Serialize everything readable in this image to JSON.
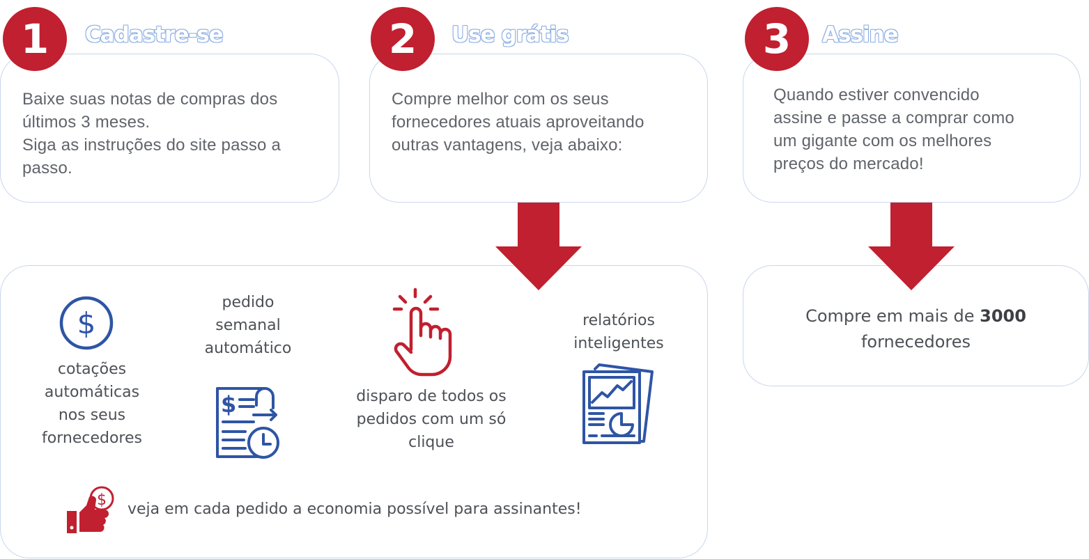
{
  "steps": [
    {
      "number": "1",
      "title": "Cadastre-se",
      "lines": [
        "Baixe suas notas de compras dos",
        "últimos 3 meses.",
        "Siga as instruções do site passo a",
        "passo."
      ]
    },
    {
      "number": "2",
      "title": "Use grátis",
      "lines": [
        "Compre melhor com os seus",
        "fornecedores atuais  aproveitando",
        "outras vantagens, veja abaixo:"
      ]
    },
    {
      "number": "3",
      "title": "Assine",
      "lines": [
        "Quando  estiver convencido",
        "assine e passe a comprar como",
        "um gigante com os melhores",
        "preços do mercado!"
      ]
    }
  ],
  "features": [
    {
      "icon": "dollar-circle-icon",
      "lines": [
        "cotações",
        "automáticas",
        "nos seus",
        "fornecedores"
      ]
    },
    {
      "icon": "scheduled-order-icon",
      "lines": [
        "pedido",
        "semanal",
        "automático"
      ]
    },
    {
      "icon": "click-hand-icon",
      "lines": [
        "disparo de todos os",
        "pedidos com um só",
        "clique"
      ]
    },
    {
      "icon": "reports-icon",
      "lines": [
        "relatórios",
        "inteligentes"
      ]
    }
  ],
  "savings": {
    "icon": "thumbs-up-dollar-icon",
    "text": "veja em cada pedido a economia possível para assinantes!"
  },
  "suppliers": {
    "prefix": "Compre em mais de ",
    "count": "3000",
    "suffix": "fornecedores"
  },
  "colors": {
    "accent_red": "#c0202f",
    "icon_blue": "#2e55a5",
    "card_border": "#c9d6ec"
  }
}
